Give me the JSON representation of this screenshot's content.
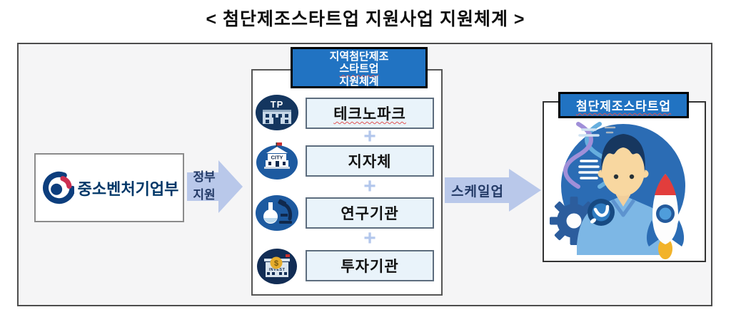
{
  "title": "< 첨단제조스타트업 지원사업 지원체계 >",
  "ministry": {
    "name": "중소벤처기업부"
  },
  "flow": {
    "input_arrow": {
      "line1": "정부",
      "line2": "지원"
    },
    "output_arrow": {
      "label": "스케일업"
    }
  },
  "center_panel": {
    "header": {
      "line1": "지역첨단제조",
      "line2": "스타트업",
      "line3": "지원체계"
    },
    "plus": "+",
    "items": [
      {
        "label": "테크노파크",
        "icon": "technopark-building-icon",
        "icon_text": "TP"
      },
      {
        "label": "지자체",
        "icon": "city-hall-icon",
        "icon_text": "CITY"
      },
      {
        "label": "연구기관",
        "icon": "research-lab-icon",
        "icon_text": ""
      },
      {
        "label": "투자기관",
        "icon": "investment-bank-icon",
        "icon_text": "INVEST"
      }
    ]
  },
  "right_panel": {
    "header": "첨단제조스타트업"
  },
  "colors": {
    "header_blue": "#2173c2",
    "arrow_blue": "#b9c8ea",
    "item_box_bg": "#e9f3fa",
    "ministry_text": "#003768",
    "frame_bg": "#f5f5f6",
    "illustration_circle": "#2b6cb4"
  }
}
